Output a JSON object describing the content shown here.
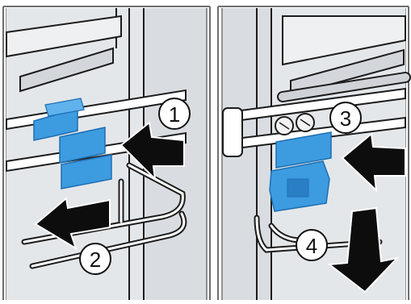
{
  "figure": {
    "panels": [
      {
        "id": "left",
        "steps": [
          {
            "label": "1",
            "action": "push-in"
          },
          {
            "label": "2",
            "action": "pull-out"
          }
        ]
      },
      {
        "id": "right",
        "steps": [
          {
            "label": "3",
            "action": "push-in"
          },
          {
            "label": "4",
            "action": "pull-down"
          }
        ]
      }
    ],
    "colors": {
      "panel_background": "#d9dde2",
      "frame": "#6e6e6e",
      "rail": "#ffffff",
      "outline": "#1c1c1c",
      "clip_blue": "#3d9be0",
      "clip_blue_dark": "#1e6fb3",
      "arrow": "#0d0d0d"
    }
  }
}
